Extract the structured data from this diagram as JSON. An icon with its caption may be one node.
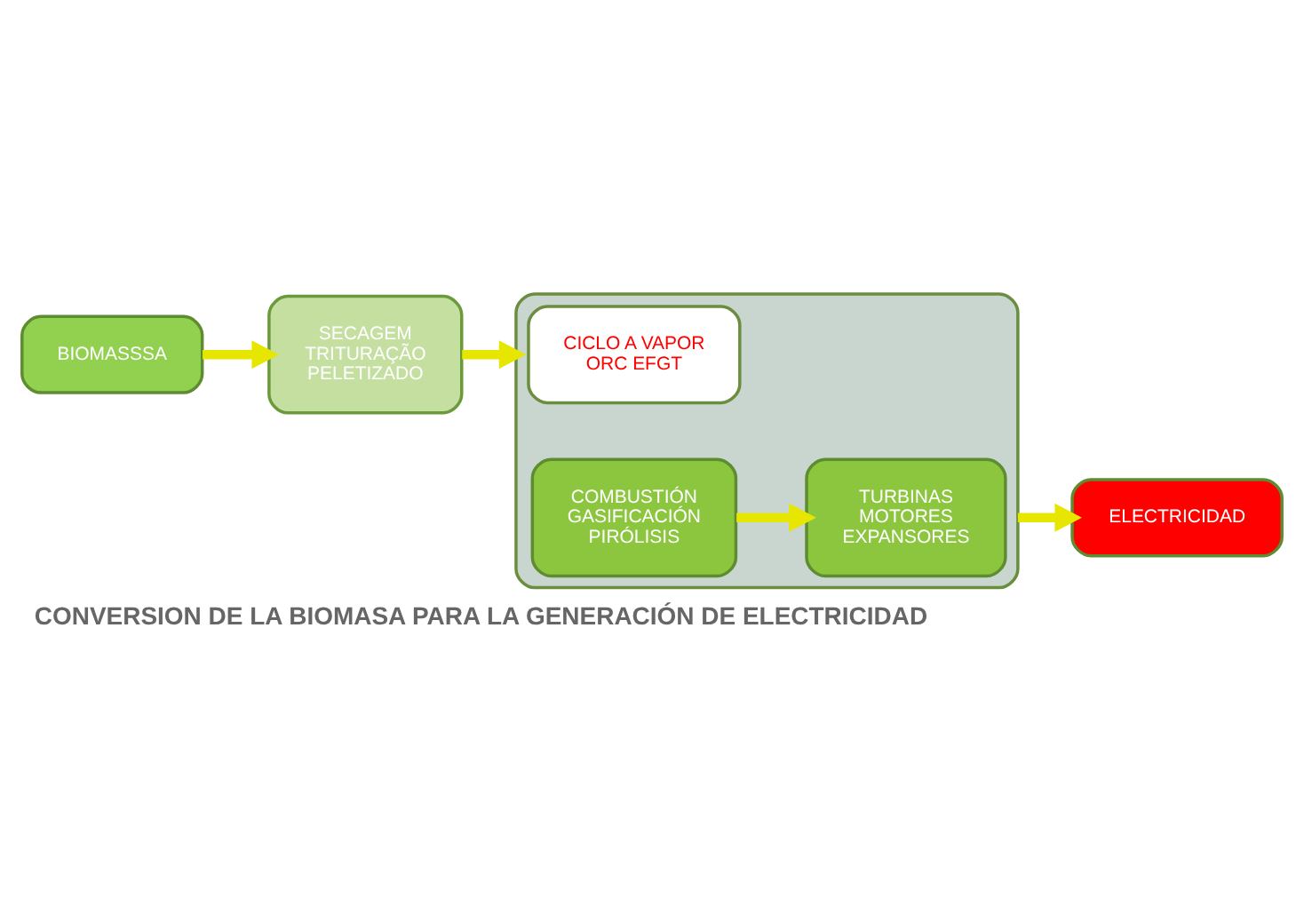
{
  "diagram": {
    "title": "CONVERSION DE LA BIOMASA PARA LA GENERACIÓN DE ELECTRICIDAD",
    "nodes": [
      {
        "text": [
          "BIOMASSSA"
        ]
      },
      {
        "text": [
          "SECAGEM TRITURAÇÃO PELETIZADO"
        ]
      },
      {
        "text": [],
        "shape": "box"
      },
      {
        "text": [
          "CICLO A VAPOR ORC EFGT"
        ],
        "in": 2
      },
      {
        "text": [
          "COMBUSTIÓN GASIFICACIÓN PIRÓLISIS"
        ],
        "in": 2
      },
      {
        "text": [
          "TURBINAS MOTORES EXPANSORES"
        ],
        "in": 2
      },
      {
        "text": [
          "ELECTRICIDAD"
        ]
      }
    ],
    "edges": [
      {
        "from": 0,
        "to": 1,
        "arrow": "to"
      },
      {
        "from": 1,
        "to": 2,
        "arrow": "to"
      },
      {
        "from": 4,
        "to": 5,
        "arrow": "to"
      },
      {
        "from": 2,
        "to": 6,
        "arrow": "to"
      }
    ]
  }
}
